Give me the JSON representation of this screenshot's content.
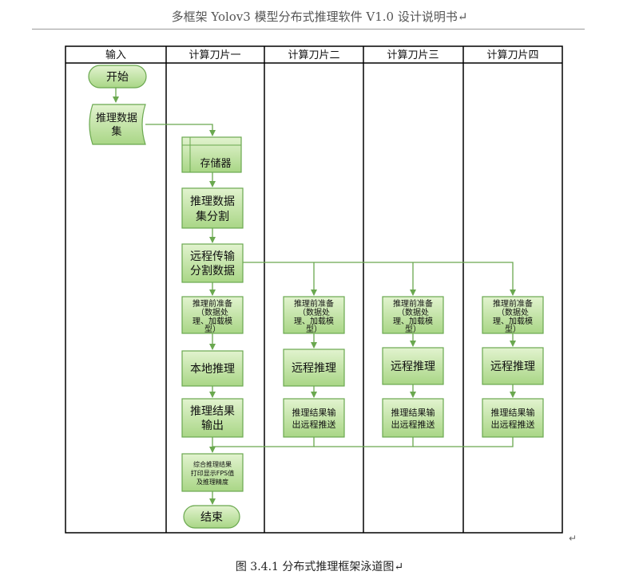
{
  "header": {
    "text": "多框架 Yolov3 模型分布式推理软件 V1.0 设计说明书↵"
  },
  "lanes": [
    "输入",
    "计算刀片一",
    "计算刀片二",
    "计算刀片三",
    "计算刀片四"
  ],
  "nodes": {
    "start": "开始",
    "dataset": [
      "推理数据",
      "集"
    ],
    "storage": "存储器",
    "split": [
      "推理数据",
      "集分割"
    ],
    "transfer": [
      "远程传输",
      "分割数据"
    ],
    "prep1": [
      "推理前准备",
      "（数据处",
      "理、加载模",
      "型）"
    ],
    "local_infer": "本地推理",
    "output1": [
      "推理结果",
      "输出"
    ],
    "prep2": [
      "推理前准备",
      "（数据处",
      "理、加载模",
      "型）"
    ],
    "remote_infer2": "远程推理",
    "output2": [
      "推理结果输",
      "出远程推送"
    ],
    "prep3": [
      "推理前准备",
      "（数据处",
      "理、加载模",
      "型）"
    ],
    "remote_infer3": "远程推理",
    "output3": [
      "推理结果输",
      "出远程推送"
    ],
    "prep4": [
      "推理前准备",
      "（数据处",
      "理、加载模",
      "型）"
    ],
    "remote_infer4": "远程推理",
    "output4": [
      "推理结果输",
      "出远程推送"
    ],
    "summary": [
      "综合推理结果",
      "打印显示FPS值",
      "及推理精度"
    ],
    "end": "结束"
  },
  "caption": "图 3.4.1 分布式推理框架泳道图↵",
  "para_mark": "↵",
  "colors": {
    "fill": "#b5dd92",
    "fill_light": "#d6eebe",
    "stroke": "#6aa84f",
    "line": "#6aa84f",
    "frame": "#000000"
  }
}
